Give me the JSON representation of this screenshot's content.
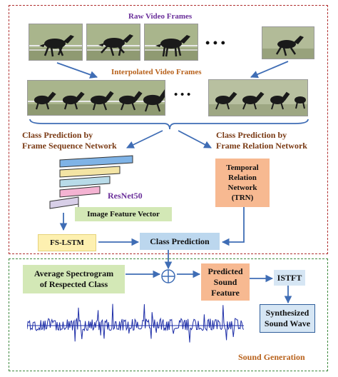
{
  "labels": {
    "raw_frames": "Raw Video Frames",
    "interpolated_frames": "Interpolated Video Frames",
    "ellipsis_raw": "• • •",
    "ellipsis_interp": "• • •",
    "fsn_line1": "Class Prediction by",
    "fsn_line2": "Frame Sequence Network",
    "frn_line1": "Class Prediction by",
    "frn_line2": "Frame Relation Network",
    "resnet": "ResNet50",
    "image_feature": "Image Feature Vector",
    "fslstm": "FS-LSTM",
    "class_prediction": "Class Prediction",
    "trn_line1": "Temporal",
    "trn_line2": "Relation",
    "trn_line3": "Network",
    "trn_line4": "(TRN)",
    "avg_line1": "Average Spectrogram",
    "avg_line2": "of Respected Class",
    "combine_symbol": "⊕",
    "pred_line1": "Predicted",
    "pred_line2": "Sound",
    "pred_line3": "Feature",
    "istft": "ISTFT",
    "synth_line1": "Synthesized",
    "synth_line2": "Sound Wave",
    "sound_generation": "Sound Generation"
  },
  "colors": {
    "top_border": "#b03030",
    "bottom_border": "#3f8a3f",
    "arrow": "#3f6db5",
    "box_yellow": "#fdf0b0",
    "box_blue": "#bcd7ee",
    "box_green": "#d3e8b6",
    "box_orange": "#f7b991",
    "box_light_blue": "#d6e6f4",
    "waveform": "#1f2fa8"
  }
}
